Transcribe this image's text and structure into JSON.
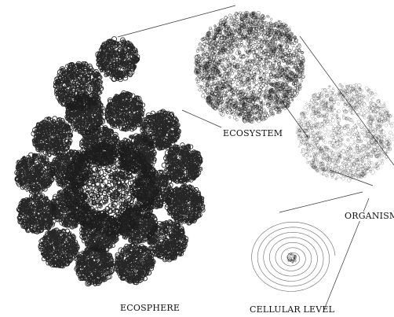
{
  "figure": {
    "labels": {
      "ecosphere": "ECOSPHERE",
      "ecosystem": "ECOSYSTEM",
      "organism": "ORGANISM",
      "cellular": "CELLULAR LEVEL"
    },
    "ink_color": "#1a1a1a",
    "background": "#ffffff"
  }
}
